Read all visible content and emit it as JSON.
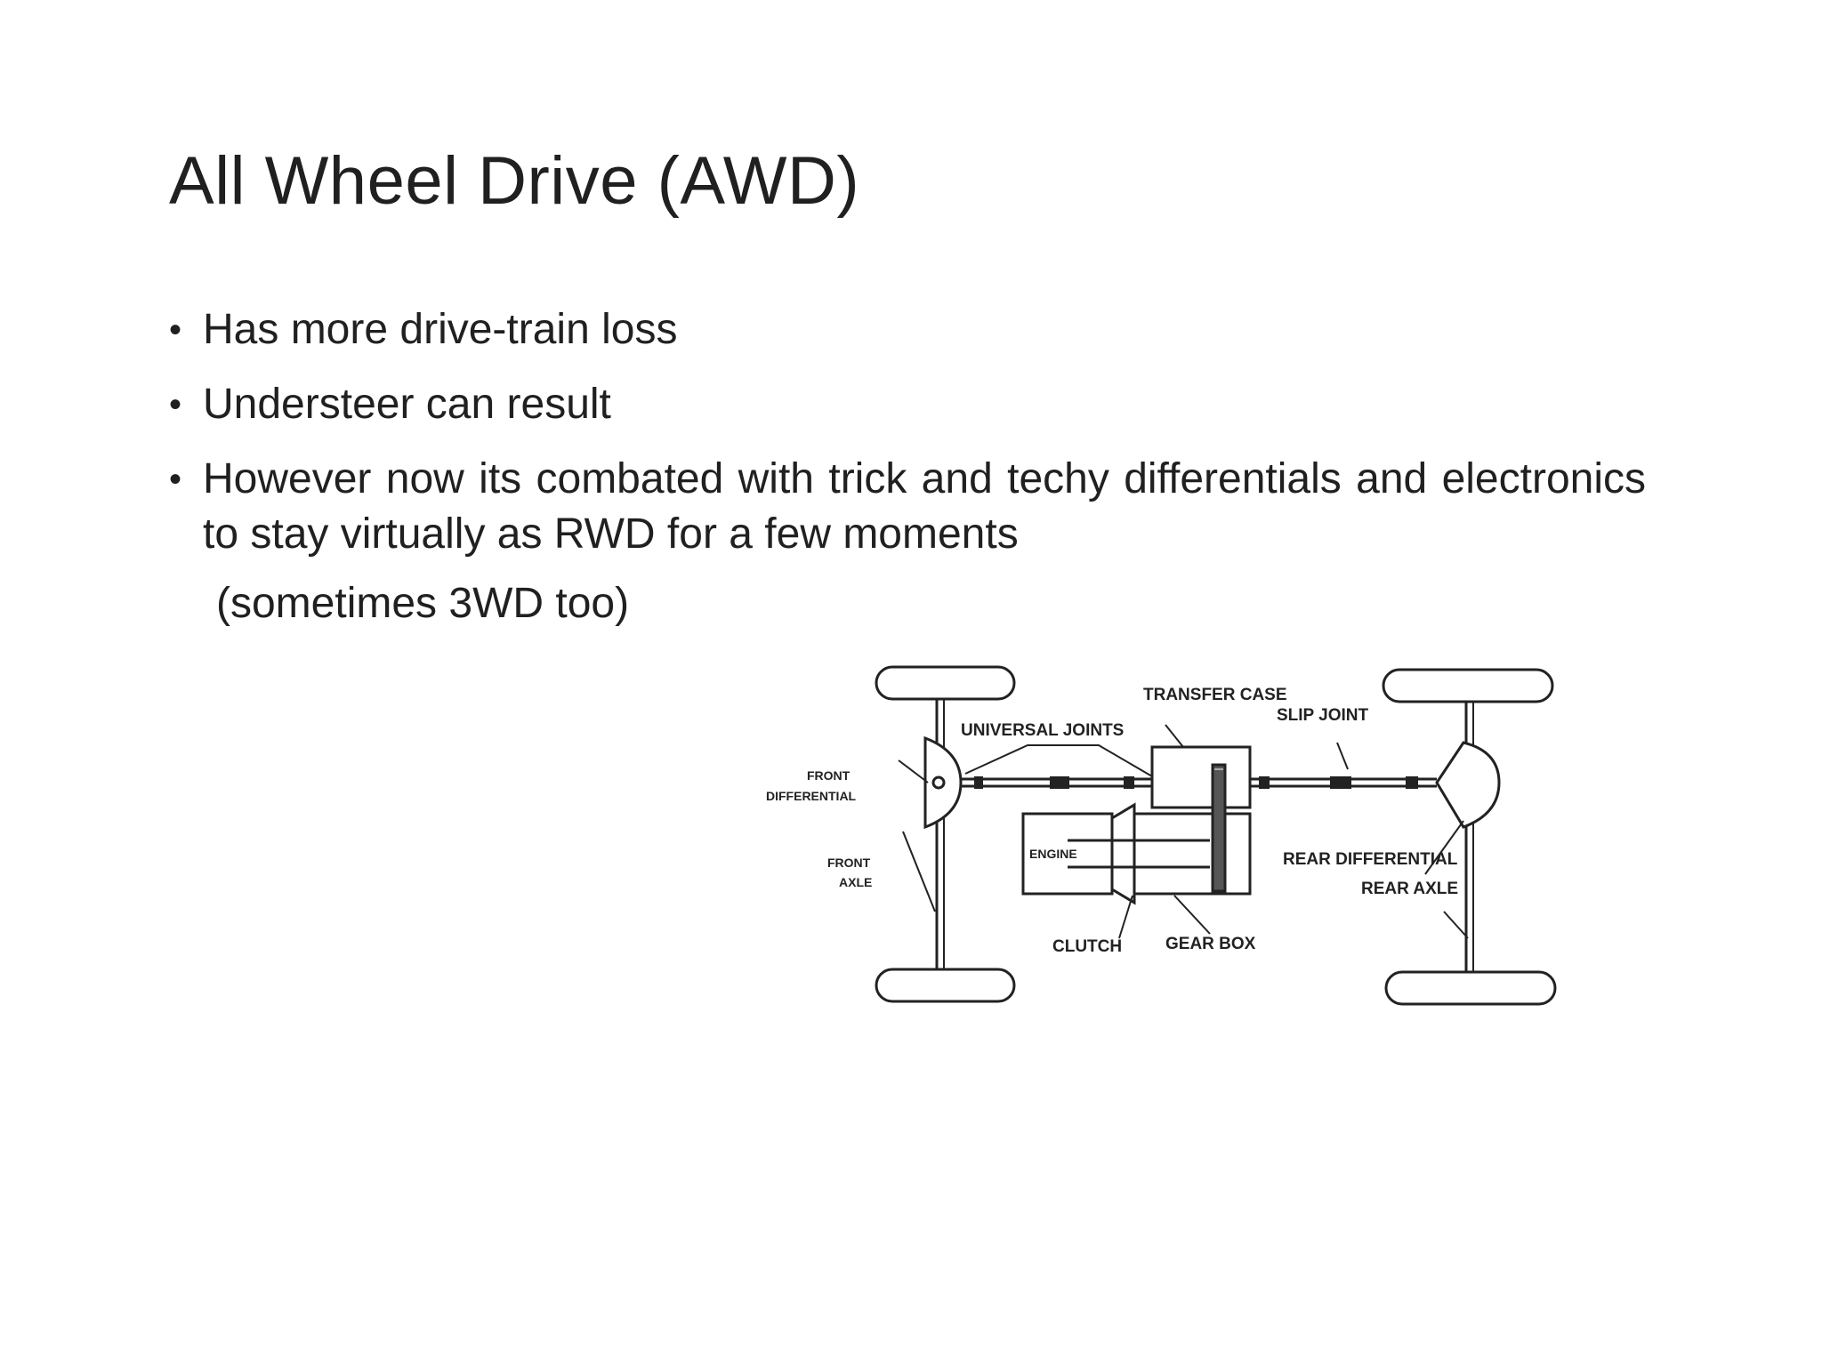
{
  "slide": {
    "title": "All Wheel Drive (AWD)",
    "bullets": [
      "Has more drive-train loss",
      "Understeer can result",
      "However now its combated with trick and techy differentials and electronics to stay virtually as RWD for a few moments"
    ],
    "note": "(sometimes 3WD too)"
  },
  "diagram": {
    "labels": {
      "transfer_case": "TRANSFER CASE",
      "slip_joint": "SLIP JOINT",
      "universal_joints": "UNIVERSAL JOINTS",
      "front": "FRONT",
      "differential": "DIFFERENTIAL",
      "front_axle_1": "FRONT",
      "front_axle_2": "AXLE",
      "engine": "ENGINE",
      "rear_differential": "REAR DIFFERENTIAL",
      "rear_axle": "REAR AXLE",
      "clutch": "CLUTCH",
      "gear_box": "GEAR BOX"
    }
  }
}
